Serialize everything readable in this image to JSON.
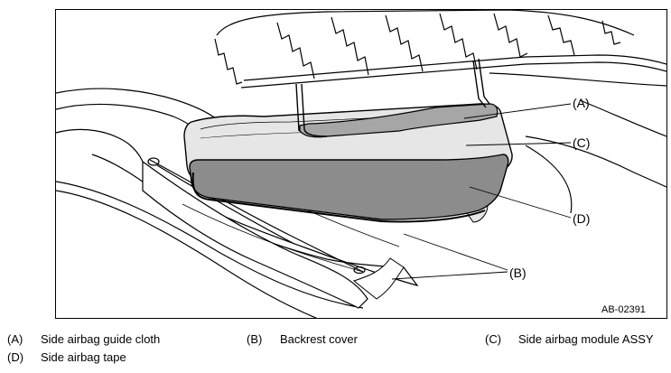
{
  "figure": {
    "id_label": "AB-02391",
    "callouts": {
      "a": "(A)",
      "b": "(B)",
      "c": "(C)",
      "d": "(D)"
    }
  },
  "legend": [
    {
      "letter": "(A)",
      "text": "Side airbag guide cloth"
    },
    {
      "letter": "(B)",
      "text": "Backrest cover"
    },
    {
      "letter": "(C)",
      "text": "Side airbag module ASSY"
    },
    {
      "letter": "(D)",
      "text": "Side airbag tape"
    }
  ],
  "colors": {
    "line": "#000000",
    "module_fill": "#e6e6e6",
    "guide_cloth_fill": "#a6a6a6",
    "tape_fill": "#8c8c8c",
    "background": "#ffffff"
  }
}
